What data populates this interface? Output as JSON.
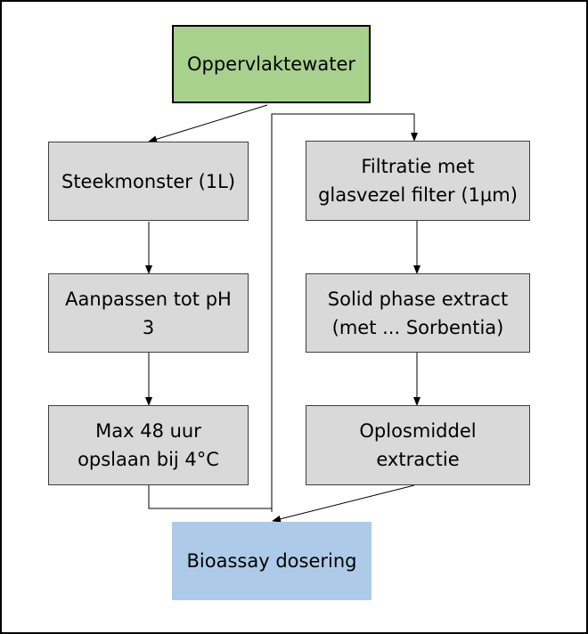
{
  "nodes": {
    "source": "Oppervlaktewater",
    "grab_sample": "Steekmonster (1L)",
    "adjust_ph": "Aanpassen tot pH\n3",
    "storage": "Max 48 uur\nopslaan bij 4°C",
    "filtration": "Filtratie met\nglasvezel filter (1µm)",
    "spe": "Solid phase extract\n(met ... Sorbentia)",
    "solvent_extraction": "Oplosmiddel\nextractie",
    "dosing": "Bioassay dosering"
  },
  "colors": {
    "source_fill": "#a9d18e",
    "step_fill": "#d9d9d9",
    "dosing_fill": "#adcbe8"
  }
}
